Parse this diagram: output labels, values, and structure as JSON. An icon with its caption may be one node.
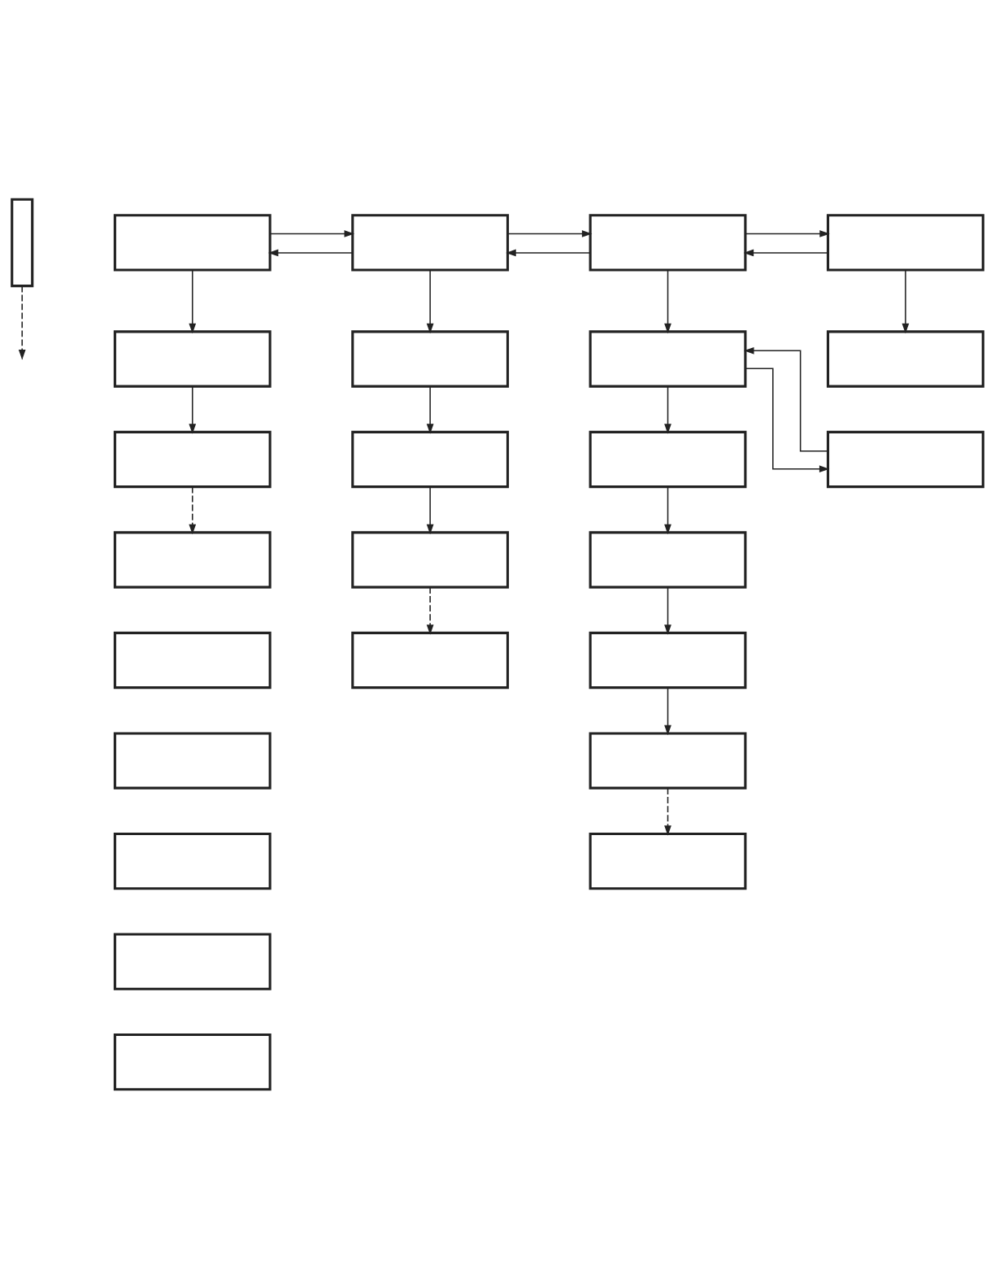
{
  "diagram": {
    "nodes": [
      {
        "text": [],
        "shape": "bar"
      },
      {
        "text": [],
        "shape": "box"
      },
      {
        "text": [],
        "shape": "box"
      },
      {
        "text": [],
        "shape": "box"
      },
      {
        "text": [],
        "shape": "box"
      },
      {
        "text": [],
        "shape": "box"
      },
      {
        "text": [],
        "shape": "box"
      },
      {
        "text": [],
        "shape": "box"
      },
      {
        "text": [],
        "shape": "box"
      },
      {
        "text": [],
        "shape": "box"
      },
      {
        "text": [],
        "shape": "box"
      },
      {
        "text": [],
        "shape": "box"
      },
      {
        "text": [],
        "shape": "box"
      },
      {
        "text": [],
        "shape": "box"
      },
      {
        "text": [],
        "shape": "box"
      },
      {
        "text": [],
        "shape": "box"
      },
      {
        "text": [],
        "shape": "box"
      },
      {
        "text": [],
        "shape": "box"
      },
      {
        "text": [],
        "shape": "box"
      },
      {
        "text": [],
        "shape": "box"
      },
      {
        "text": [],
        "shape": "box"
      },
      {
        "text": [],
        "shape": "box"
      },
      {
        "text": [],
        "shape": "box"
      },
      {
        "text": [],
        "shape": "box"
      },
      {
        "text": [],
        "shape": "box"
      }
    ],
    "edges": [
      {
        "from": 0,
        "to": null,
        "arrow": "to",
        "style": "dashed"
      },
      {
        "from": 1,
        "to": 5,
        "arrow": "to"
      },
      {
        "from": 5,
        "to": 1,
        "arrow": "to"
      },
      {
        "from": 5,
        "to": 10,
        "arrow": "to"
      },
      {
        "from": 10,
        "to": 5,
        "arrow": "to"
      },
      {
        "from": 10,
        "to": 17,
        "arrow": "to"
      },
      {
        "from": 17,
        "to": 10,
        "arrow": "to"
      },
      {
        "from": 1,
        "to": 2,
        "arrow": "to"
      },
      {
        "from": 2,
        "to": 3,
        "arrow": "to"
      },
      {
        "from": 3,
        "to": 4,
        "arrow": "to",
        "style": "dashed"
      },
      {
        "from": 5,
        "to": 6,
        "arrow": "to"
      },
      {
        "from": 6,
        "to": 7,
        "arrow": "to"
      },
      {
        "from": 7,
        "to": 8,
        "arrow": "to"
      },
      {
        "from": 8,
        "to": 9,
        "arrow": "to",
        "style": "dashed"
      },
      {
        "from": 10,
        "to": 11,
        "arrow": "to"
      },
      {
        "from": 11,
        "to": 12,
        "arrow": "to"
      },
      {
        "from": 12,
        "to": 13,
        "arrow": "to"
      },
      {
        "from": 13,
        "to": 14,
        "arrow": "to"
      },
      {
        "from": 14,
        "to": 15,
        "arrow": "to"
      },
      {
        "from": 15,
        "to": 16,
        "arrow": "to",
        "style": "dashed"
      },
      {
        "from": 17,
        "to": 18,
        "arrow": "to"
      },
      {
        "from": 11,
        "to": 19,
        "arrow": "to"
      },
      {
        "from": 19,
        "to": 11,
        "arrow": "to"
      }
    ]
  }
}
